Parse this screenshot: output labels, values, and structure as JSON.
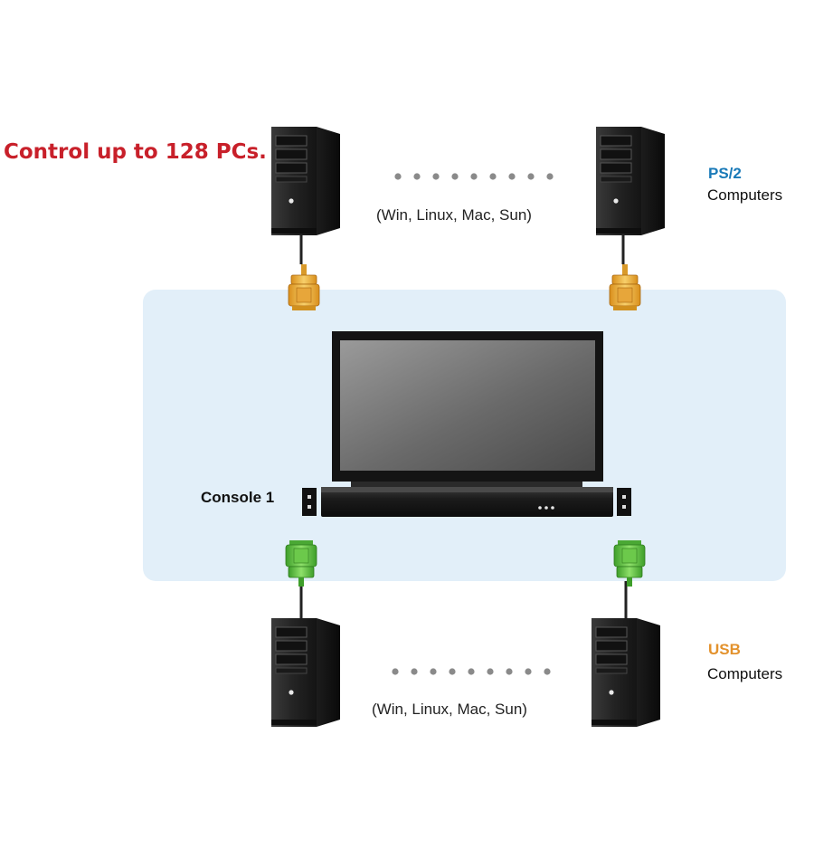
{
  "headline": "Control up to 128 PCs.",
  "top_group": {
    "os_note": "(Win, Linux, Mac, Sun)",
    "type_label": "PS/2",
    "type_color": "#1a7ab8",
    "sub_label": "Computers"
  },
  "bottom_group": {
    "os_note": "(Win, Linux, Mac, Sun)",
    "type_label": "USB",
    "type_color": "#e3922d",
    "sub_label": "Computers"
  },
  "console_label": "Console 1",
  "colors": {
    "panel": "#e2eff9",
    "ps2_connector": "#f0b43c",
    "usb_connector": "#62c443",
    "headline": "#c8202a"
  },
  "icons": [
    "desktop-tower-icon",
    "vga-connector-icon",
    "lcd-monitor-icon",
    "kvm-switch-icon",
    "dots-ellipsis-icon"
  ]
}
